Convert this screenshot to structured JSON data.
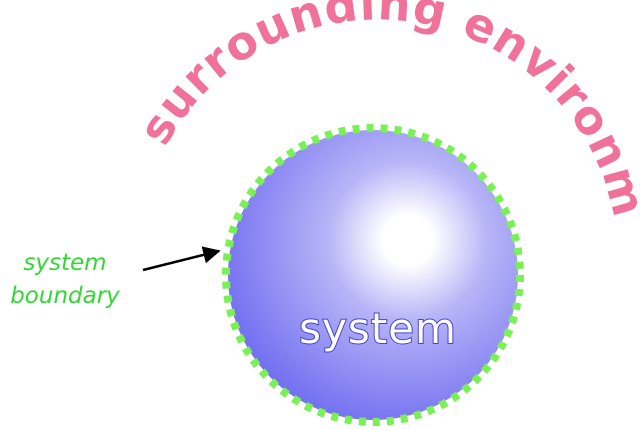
{
  "labels": {
    "environment": "surrounding environment",
    "system": "system",
    "boundary_line1": "system",
    "boundary_line2": "boundary"
  },
  "colors": {
    "environment_text": "#f0729a",
    "sphere_center": "#ffffff",
    "sphere_mid": "#b7b5f7",
    "sphere_edge": "#6b68f0",
    "boundary": "#7af057",
    "boundary_text": "#33d833",
    "system_text_fill": "#ffffff",
    "system_text_stroke": "#4744c8",
    "arrow": "#000000"
  }
}
